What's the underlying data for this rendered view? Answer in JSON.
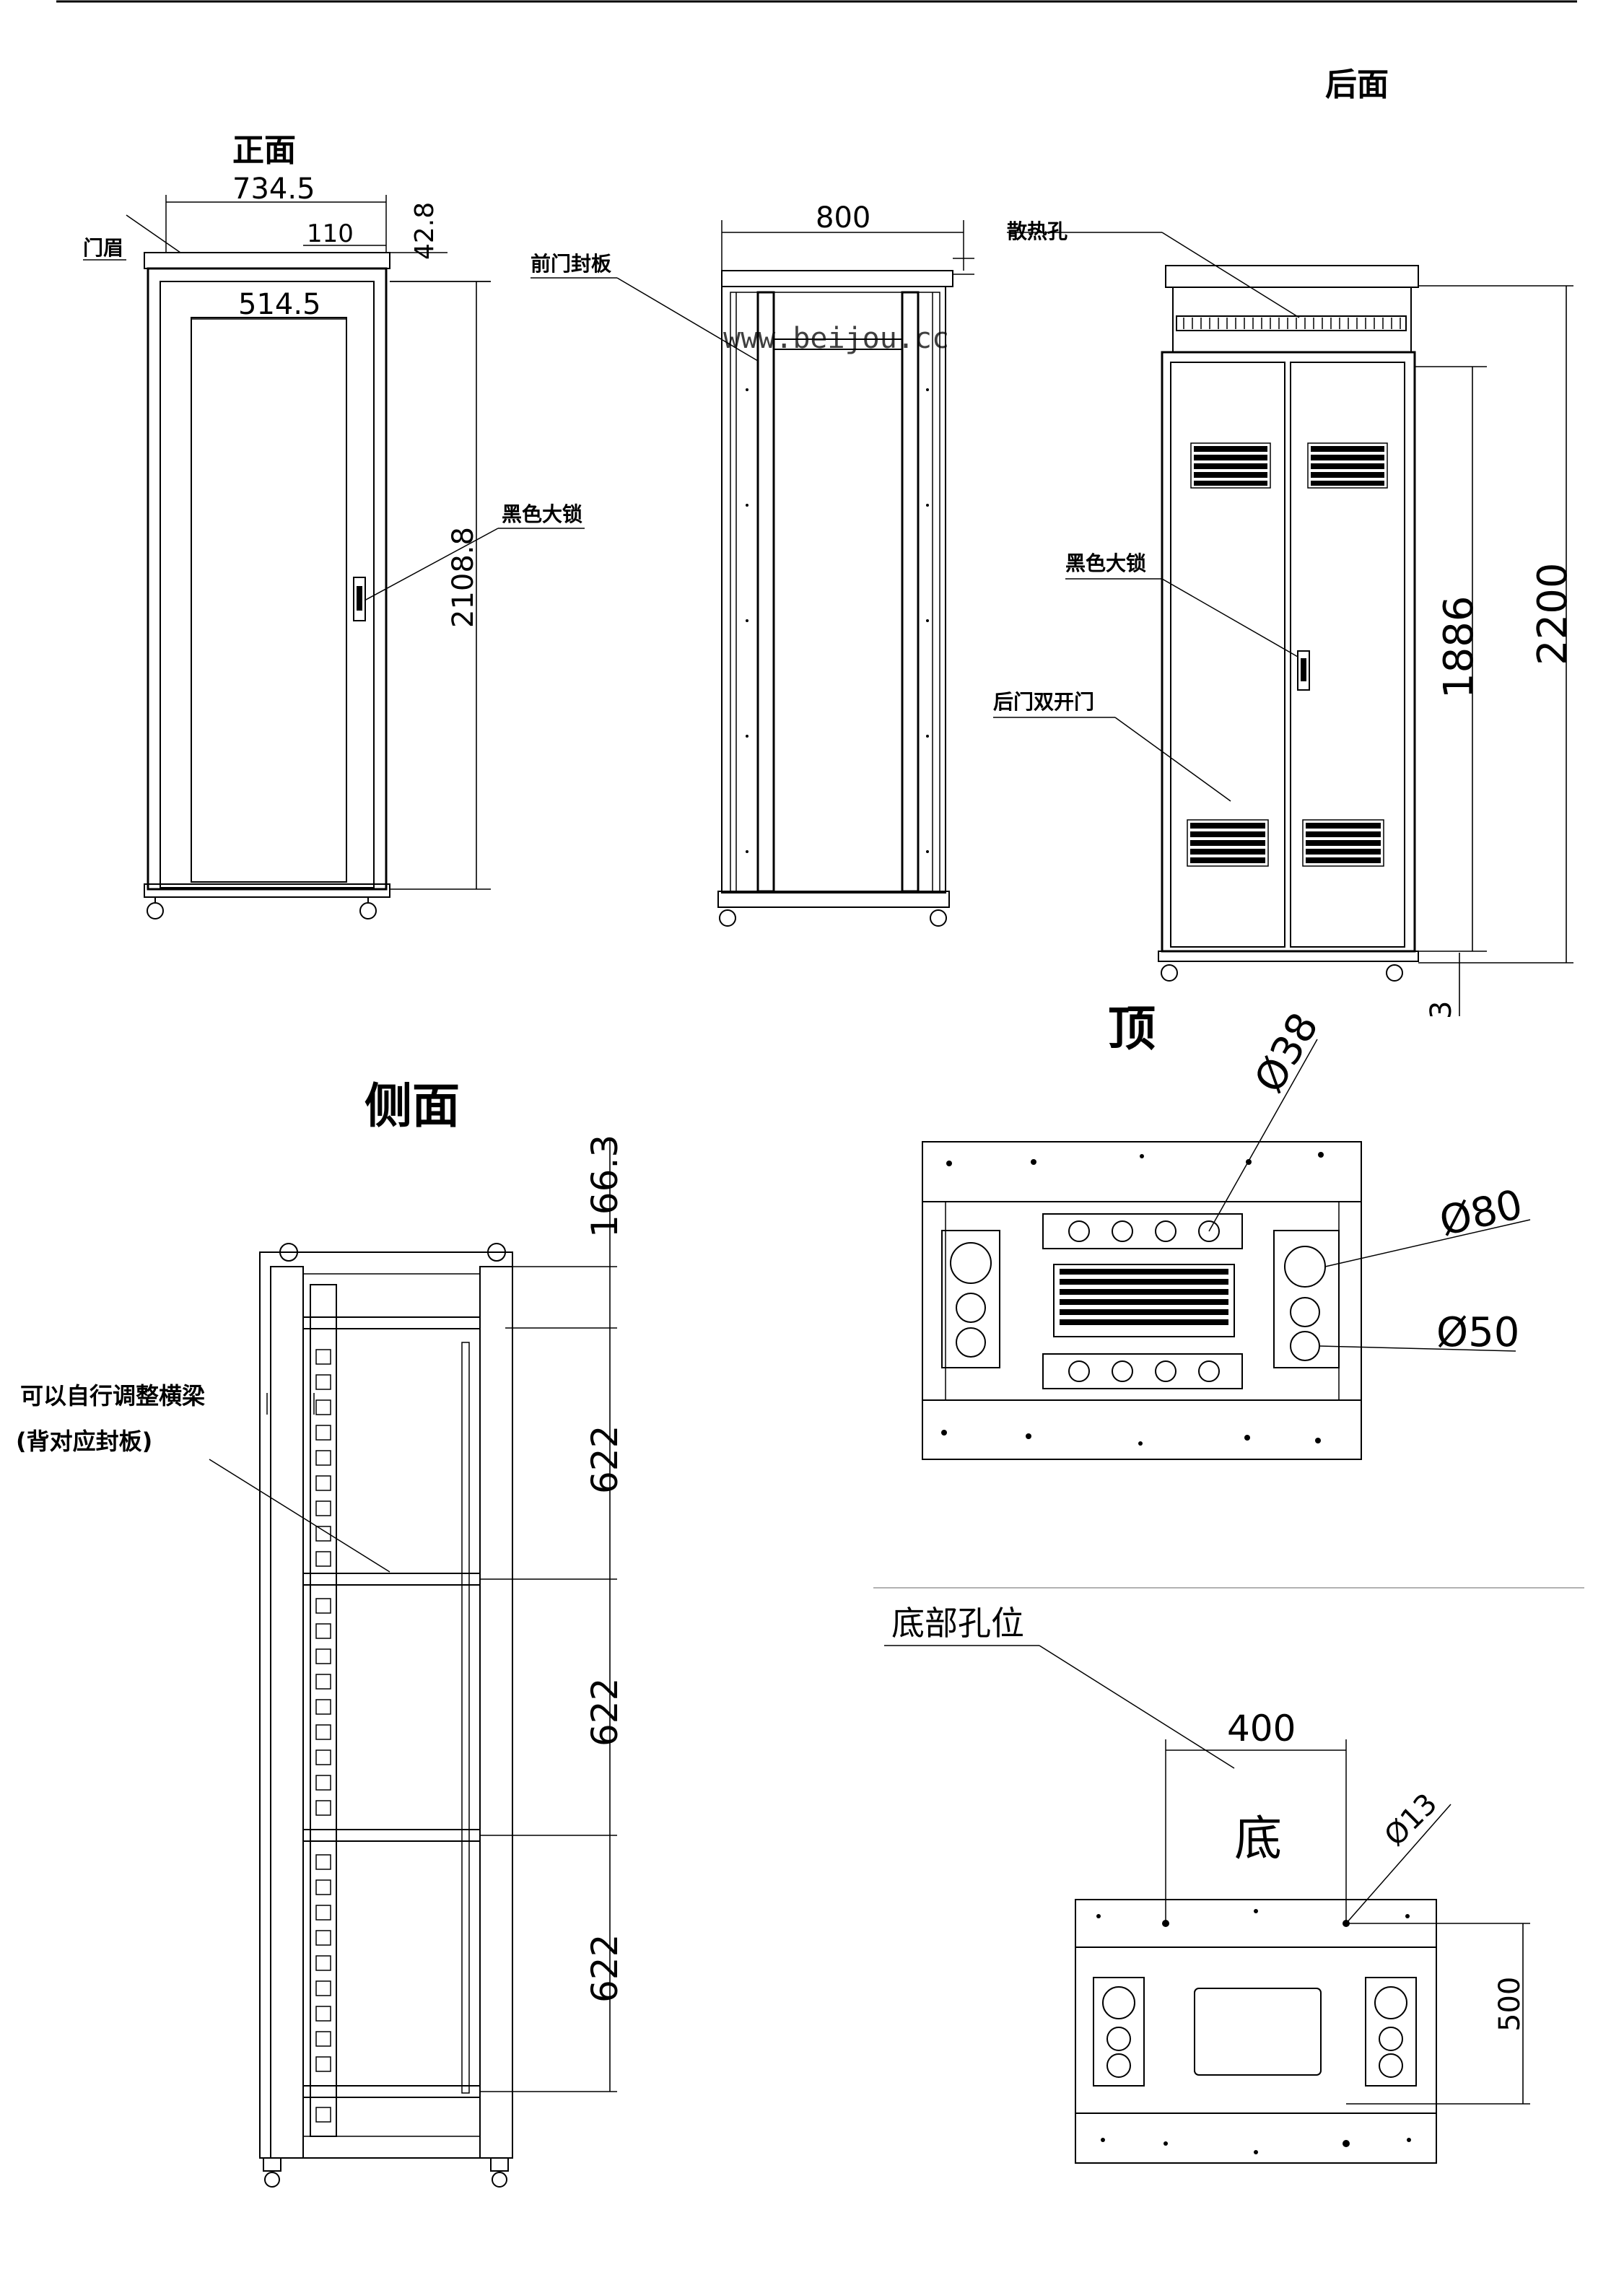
{
  "views": {
    "front": {
      "title": "正面",
      "label_door_lintel": "门眉",
      "label_black_lock": "黑色大锁",
      "dim_width": "734.5",
      "dim_inner": "514.5",
      "dim_offset": "110",
      "dim_top": "42.8",
      "dim_height": "2108.8"
    },
    "front_frame": {
      "label_front_door_panel": "前门封板",
      "dim_width": "800",
      "watermark": "www.beijou.cc"
    },
    "rear": {
      "title": "后面",
      "label_vent": "散热孔",
      "label_black_lock": "黑色大锁",
      "label_double_door": "后门双开门",
      "dim_door_height": "1886",
      "dim_total_height": "2200",
      "dim_partial": "3"
    },
    "side": {
      "title": "侧面",
      "note_line1": "可以自行调整横梁",
      "note_line2": "(背对应封板)",
      "dim_top": "166.3",
      "dim_bay1": "622",
      "dim_bay2": "622",
      "dim_bay3": "622"
    },
    "top": {
      "title": "顶",
      "dim_hole_small": "Ø38",
      "dim_hole_large": "Ø80",
      "dim_hole_mid": "Ø50"
    },
    "bottom": {
      "section_title": "底部孔位",
      "title": "底",
      "dim_width": "400",
      "dim_depth": "500",
      "dim_hole": "Ø13"
    }
  }
}
